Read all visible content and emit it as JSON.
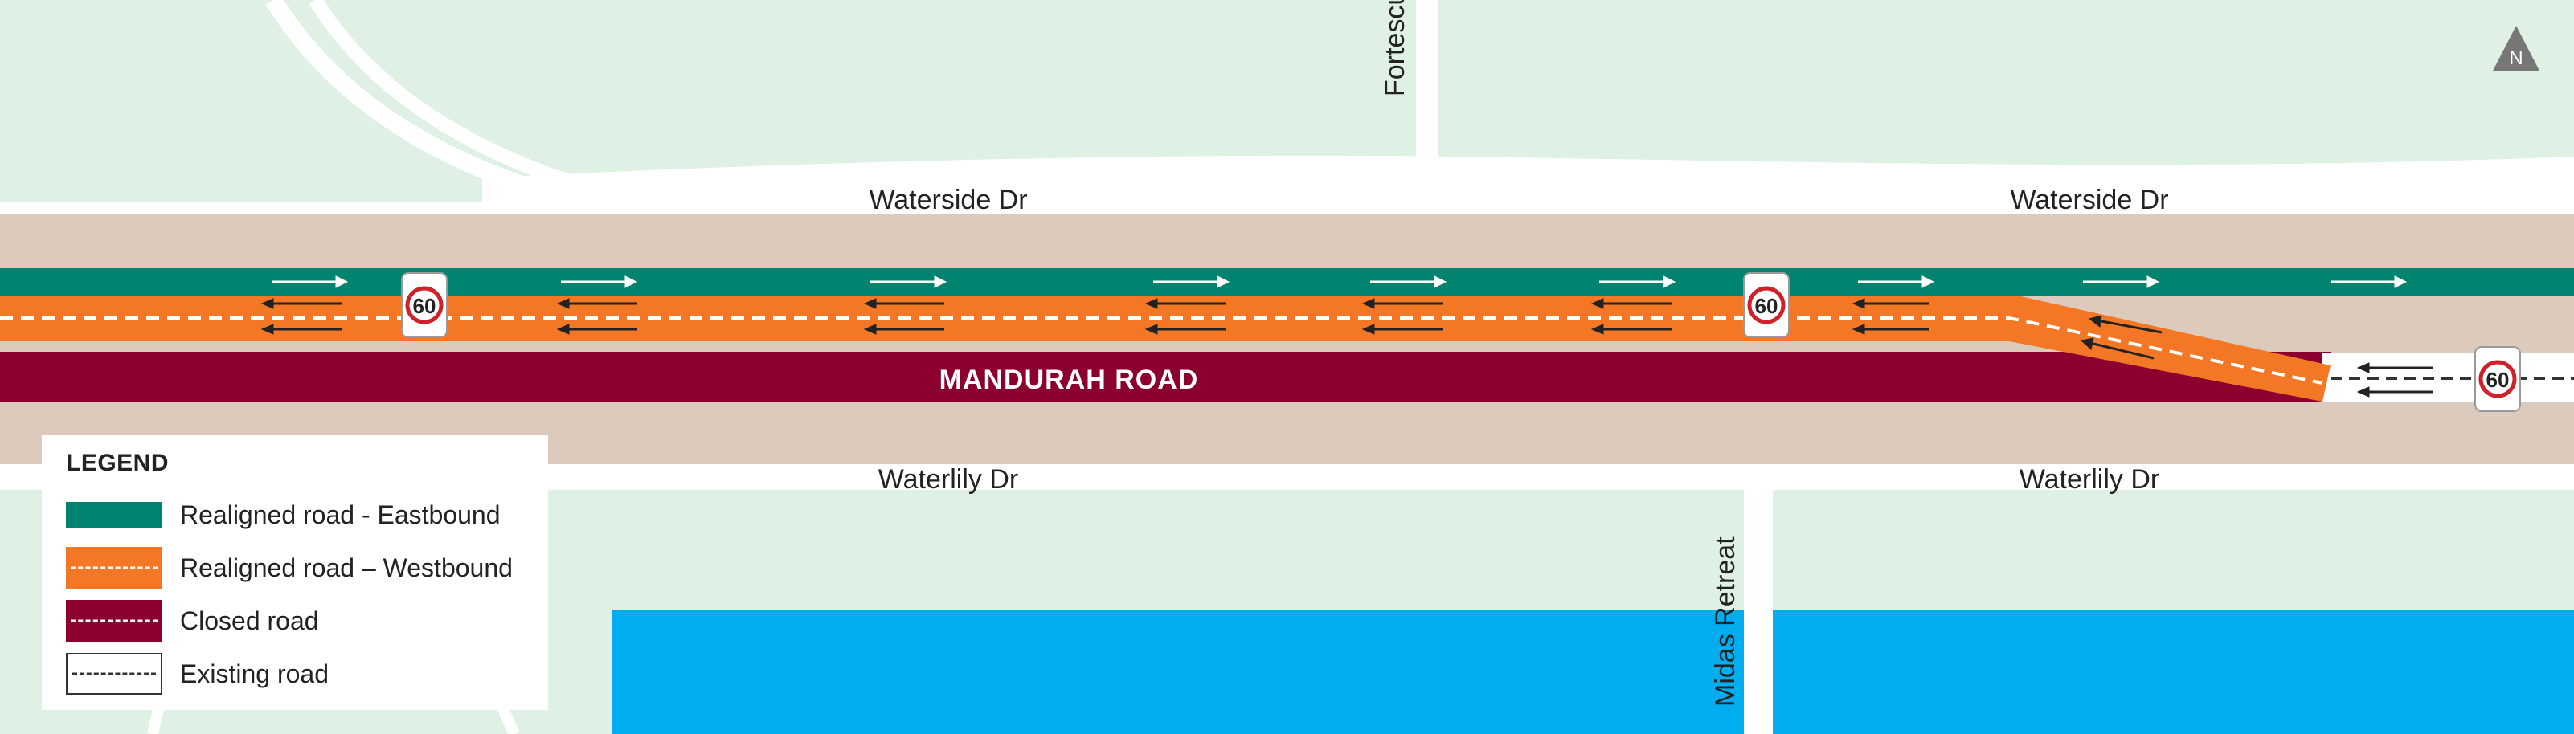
{
  "colors": {
    "background": "#dff0e4",
    "corridor": "#dccbbd",
    "road": "#ffffff",
    "eastbound": "#008470",
    "westbound": "#f47725",
    "closed": "#8c0030",
    "water": "#00adef"
  },
  "streets": {
    "waterside_left": "Waterside Dr",
    "waterside_right": "Waterside Dr",
    "waterlily_left": "Waterlily Dr",
    "waterlily_right": "Waterlily Dr",
    "fortescue": "Fortescue Crt",
    "midas": "Midas Retreat",
    "main_road": "MANDURAH ROAD"
  },
  "speed_signs": [
    {
      "value": "60"
    },
    {
      "value": "60"
    },
    {
      "value": "60"
    }
  ],
  "compass": {
    "label": "N",
    "icon": "north-arrow-icon"
  },
  "legend": {
    "title": "LEGEND",
    "items": [
      {
        "label": "Realigned road - Eastbound",
        "color": "#008470"
      },
      {
        "label": "Realigned road – Westbound",
        "color": "#f47725"
      },
      {
        "label": "Closed road",
        "color": "#8c0030"
      },
      {
        "label": "Existing road",
        "color": "#ffffff"
      }
    ]
  }
}
